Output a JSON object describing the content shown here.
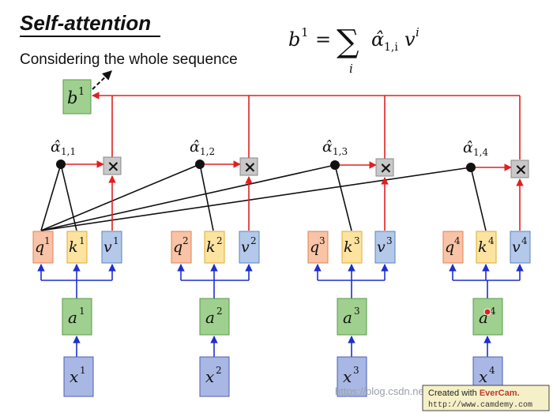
{
  "slide": {
    "title": "Self-attention",
    "subtitle": "Considering the whole sequence",
    "formula": {
      "lhs_base": "b",
      "lhs_sup": "1",
      "equals": "=",
      "sum": "∑",
      "sum_sub": "i",
      "alpha": "α̂",
      "alpha_sub": "1,i",
      "v": "v",
      "v_sup": "i"
    },
    "output": {
      "base": "b",
      "sup": "1"
    },
    "multiply_symbol": "×",
    "columns": [
      {
        "alpha_base": "α̂",
        "alpha_sub": "1,1",
        "q": "q",
        "k": "k",
        "v": "v",
        "a": "a",
        "x": "x",
        "idx": "1"
      },
      {
        "alpha_base": "α̂",
        "alpha_sub": "1,2",
        "q": "q",
        "k": "k",
        "v": "v",
        "a": "a",
        "x": "x",
        "idx": "2"
      },
      {
        "alpha_base": "α̂",
        "alpha_sub": "1,3",
        "q": "q",
        "k": "k",
        "v": "v",
        "a": "a",
        "x": "x",
        "idx": "3"
      },
      {
        "alpha_base": "α̂",
        "alpha_sub": "1,4",
        "q": "q",
        "k": "k",
        "v": "v",
        "a": "a",
        "x": "x",
        "idx": "4"
      }
    ],
    "watermark": "https://blog.csdn.net/...",
    "caption": {
      "line1_prefix": "Created with ",
      "line1_brand": "EverCam.",
      "line2": "http://www.camdemy.com"
    }
  },
  "colors": {
    "q": "#f8c3a6",
    "q_stroke": "#e08050",
    "k": "#fde3a0",
    "k_stroke": "#e0a830",
    "v": "#b4c9ea",
    "v_stroke": "#5a82c2",
    "a": "#9fd08f",
    "a_stroke": "#5a9a4a",
    "x": "#a9b7e4",
    "x_stroke": "#4a5fb5",
    "red": "#e02020",
    "blue": "#1f2fcc",
    "caption_bg": "#f6f0c8"
  }
}
